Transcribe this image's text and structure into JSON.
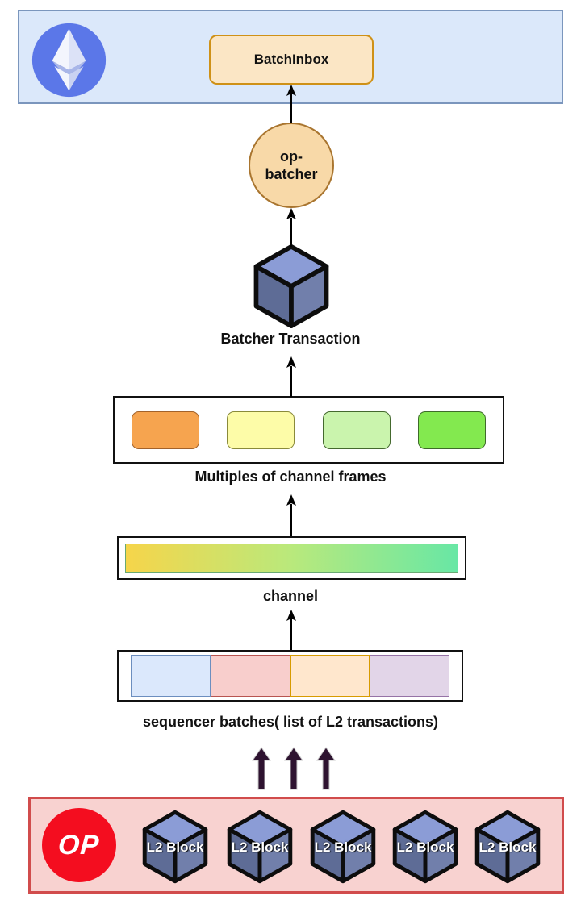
{
  "top_banner": {
    "batch_inbox_label": "BatchInbox",
    "ethereum_icon": "ethereum-logo"
  },
  "op_batcher": {
    "label_line1": "op-",
    "label_line2": "batcher"
  },
  "batcher_transaction": {
    "label": "Batcher Transaction",
    "icon": "cube-icon"
  },
  "channel_frames": {
    "label": "Multiples of channel frames",
    "frame_colors": [
      "#f6a44f",
      "#fdfca8",
      "#caf4ad",
      "#83e94f"
    ]
  },
  "channel": {
    "label": "channel",
    "gradient": [
      "#f6d54a",
      "#68e7a5"
    ]
  },
  "sequencer_batches": {
    "label": "sequencer batches( list of L2 transactions)",
    "segment_colors": [
      "#dbe8fc",
      "#f8cecc",
      "#ffe7cd",
      "#e2d5e8"
    ]
  },
  "bottom_banner": {
    "op_logo_label": "OP",
    "blocks": [
      {
        "label": "L2 Block"
      },
      {
        "label": "L2 Block"
      },
      {
        "label": "L2 Block"
      },
      {
        "label": "L2 Block"
      },
      {
        "label": "L2 Block"
      }
    ]
  },
  "colors": {
    "top_banner_bg": "#dbe8fa",
    "top_banner_border": "#7b96bd",
    "ethereum_blue": "#5b77e8",
    "batch_inbox_fill": "#fbe6c5",
    "batch_inbox_border": "#cf9117",
    "op_batcher_fill": "#f8d9a8",
    "op_batcher_border": "#a9752f",
    "cube_top": "#8b9cd6",
    "cube_left": "#5e6c96",
    "cube_right": "#717fab",
    "block_arrow": "#2e1330",
    "bottom_banner_bg": "#f8d2d0",
    "bottom_banner_border": "#d14c4c",
    "optimism_red": "#f40d1f"
  }
}
